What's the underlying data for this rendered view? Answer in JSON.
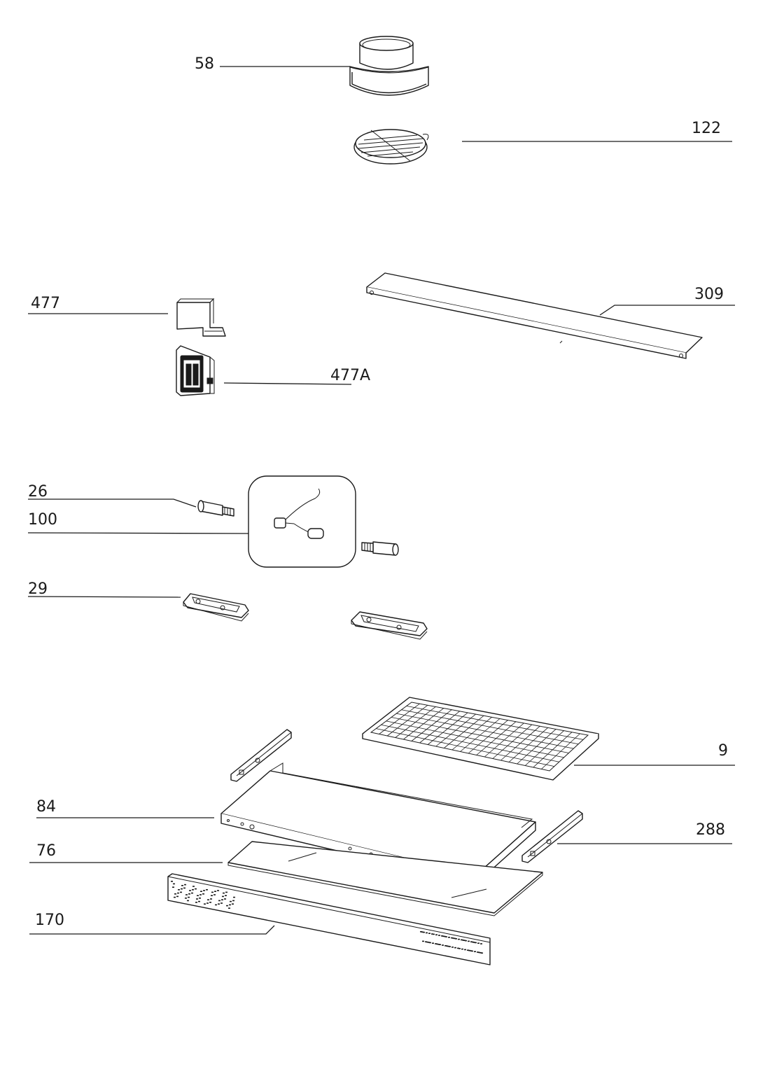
{
  "callouts": {
    "c58": "58",
    "c122": "122",
    "c309": "309",
    "c477": "477",
    "c477a": "477A",
    "c26": "26",
    "c100": "100",
    "c29": "29",
    "c9": "9",
    "c84": "84",
    "c288": "288",
    "c76": "76",
    "c170": "170"
  },
  "colors": {
    "line": "#1a1a1a",
    "background": "#ffffff"
  }
}
